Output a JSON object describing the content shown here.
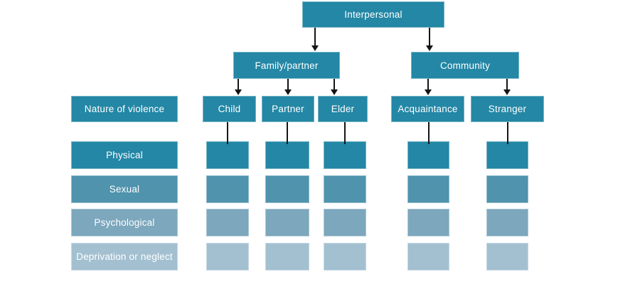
{
  "tree": {
    "root": {
      "label": "Interpersonal"
    },
    "branches": [
      {
        "label": "Family/partner"
      },
      {
        "label": "Community"
      }
    ]
  },
  "matrix": {
    "corner_header": {
      "label": "Nature of violence"
    },
    "columns": [
      {
        "label": "Child",
        "parent": "Family/partner"
      },
      {
        "label": "Partner",
        "parent": "Family/partner"
      },
      {
        "label": "Elder",
        "parent": "Family/partner"
      },
      {
        "label": "Acquaintance",
        "parent": "Community"
      },
      {
        "label": "Stranger",
        "parent": "Community"
      }
    ],
    "rows": [
      {
        "label": "Physical",
        "color": "#2387a5"
      },
      {
        "label": "Sexual",
        "color": "#4f93ad"
      },
      {
        "label": "Psychological",
        "color": "#7ca7bd"
      },
      {
        "label": "Deprivation or neglect",
        "color": "#a3c0d1"
      }
    ],
    "cell_note": "each column has one unlabeled shaded cell per row"
  },
  "colors": {
    "node_fill": "#2387a5",
    "text": "#ffffff",
    "connector": "#151515",
    "background": "#ffffff"
  }
}
